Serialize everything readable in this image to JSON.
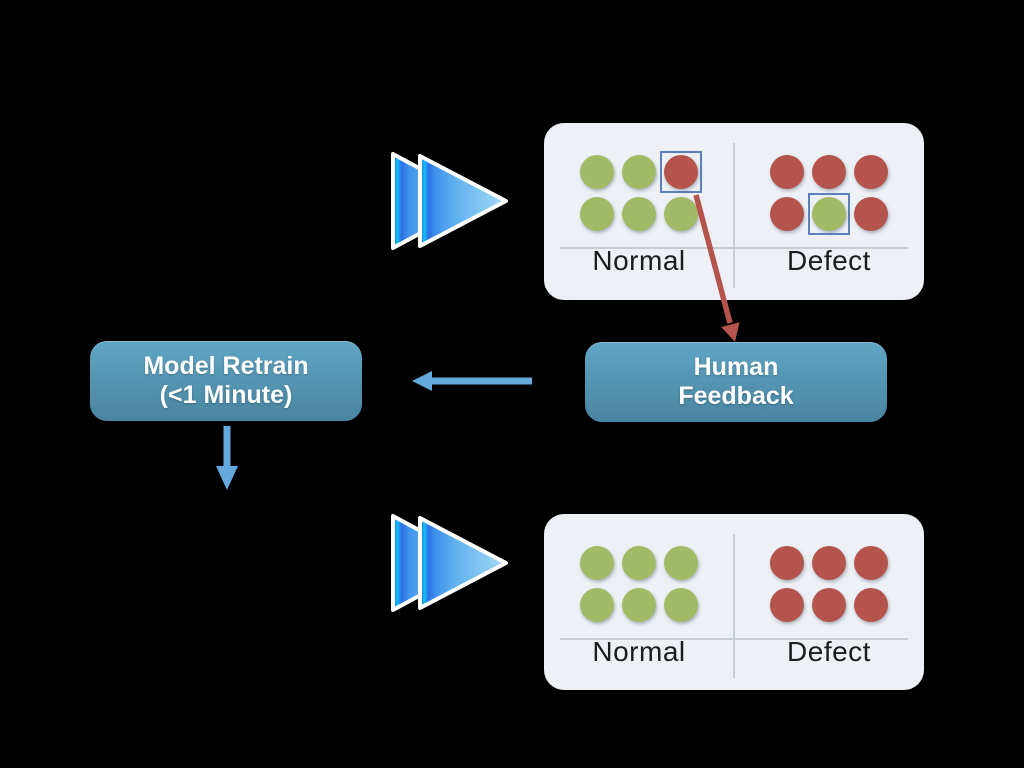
{
  "background_color": "#000000",
  "cards": [
    {
      "id": "top",
      "description": "model predictions with two mistakes highlighted",
      "sections": [
        {
          "label": "Normal",
          "rows": [
            [
              "green",
              "green",
              "red_boxed"
            ],
            [
              "green",
              "green",
              "green"
            ]
          ]
        },
        {
          "label": "Defect",
          "rows": [
            [
              "red",
              "red",
              "red"
            ],
            [
              "red",
              "green_boxed",
              "red"
            ]
          ]
        }
      ]
    },
    {
      "id": "bottom",
      "description": "model predictions after retraining, all correct",
      "sections": [
        {
          "label": "Normal",
          "rows": [
            [
              "green",
              "green",
              "green"
            ],
            [
              "green",
              "green",
              "green"
            ]
          ]
        },
        {
          "label": "Defect",
          "rows": [
            [
              "red",
              "red",
              "red"
            ],
            [
              "red",
              "red",
              "red"
            ]
          ]
        }
      ]
    }
  ],
  "boxes": {
    "model_retrain": {
      "line1": "Model Retrain",
      "line2": "(<1 Minute)"
    },
    "human_feedback": {
      "line1": "Human",
      "line2": "Feedback"
    }
  },
  "icons": {
    "top_flow_icon": "fast-forward-triangles",
    "bottom_flow_icon": "fast-forward-triangles"
  },
  "arrows": {
    "feedback_to_retrain": "left",
    "retrain_down": "down",
    "mistake_to_feedback": "diagonal-down-right"
  },
  "colors": {
    "background": "#000000",
    "card_bg": "#EDF1F6",
    "divider": "#C6CCD5",
    "normal_dot": "#A2BA66",
    "defect_dot": "#B5544C",
    "highlight_box": "#5C7FBD",
    "box_gradient_top": "#5FA6C5",
    "box_gradient_bottom": "#4A84A0",
    "blue_arrow": "#63A9DB",
    "red_arrow": "#B5544C"
  }
}
